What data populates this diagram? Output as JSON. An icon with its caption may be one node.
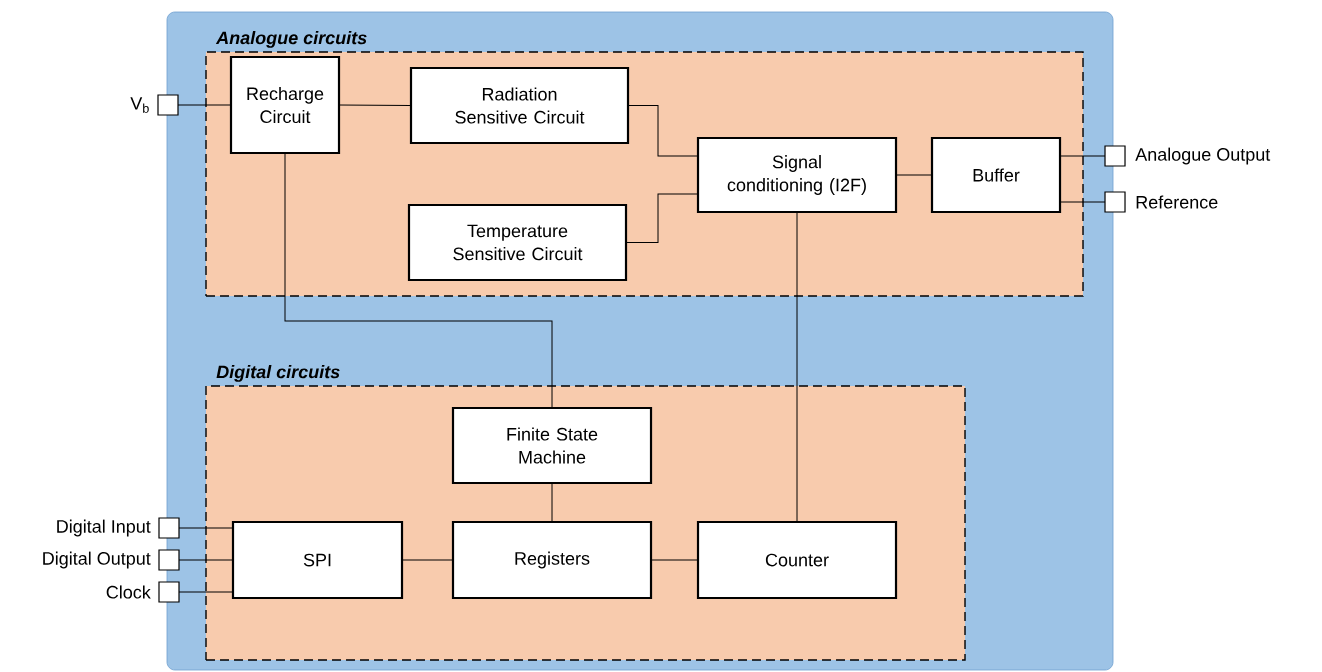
{
  "diagram": {
    "nodes": [
      {
        "text": [],
        "shape": "box"
      },
      {
        "text": [
          "Analogue circuits"
        ],
        "in": 0
      },
      {
        "text": [
          "Recharge Circuit"
        ],
        "in": 1
      },
      {
        "text": [
          "Radiation Sensitive Circuit"
        ],
        "in": 1
      },
      {
        "text": [
          "Temperature Sensitive Circuit"
        ],
        "in": 1
      },
      {
        "text": [
          "Signal conditioning (I2F)"
        ],
        "in": 1
      },
      {
        "text": [
          "Buffer"
        ],
        "in": 1
      },
      {
        "text": [
          "Digital circuits"
        ],
        "in": 0
      },
      {
        "text": [
          "Finite State Machine"
        ],
        "in": 7
      },
      {
        "text": [
          "SPI"
        ],
        "in": 7
      },
      {
        "text": [
          "Registers"
        ],
        "in": 7
      },
      {
        "text": [
          "Counter"
        ],
        "in": 7
      },
      {
        "text": [],
        "shape": "box",
        "beside": [
          "V$_{b}$"
        ]
      },
      {
        "text": [],
        "shape": "box",
        "beside": [
          "Analogue Output"
        ]
      },
      {
        "text": [],
        "shape": "box",
        "beside": [
          "Reference"
        ]
      },
      {
        "text": [],
        "shape": "box",
        "beside": [
          "Digital Input"
        ]
      },
      {
        "text": [],
        "shape": "box",
        "beside": [
          "Digital Output"
        ]
      },
      {
        "text": [],
        "shape": "box",
        "beside": [
          "Clock"
        ]
      }
    ],
    "edges": [
      {
        "from": 12,
        "to": 2,
        "arrow": "none"
      },
      {
        "from": 2,
        "to": 3,
        "arrow": "none"
      },
      {
        "from": 3,
        "to": 5,
        "arrow": "none"
      },
      {
        "from": 4,
        "to": 5,
        "arrow": "none"
      },
      {
        "from": 5,
        "to": 6,
        "arrow": "none"
      },
      {
        "from": 6,
        "to": 13,
        "arrow": "none"
      },
      {
        "from": 6,
        "to": 14,
        "arrow": "none"
      },
      {
        "from": 2,
        "to": 8,
        "arrow": "none"
      },
      {
        "from": 5,
        "to": 11,
        "arrow": "none"
      },
      {
        "from": 8,
        "to": 10,
        "arrow": "none"
      },
      {
        "from": 15,
        "to": 9,
        "arrow": "none"
      },
      {
        "from": 16,
        "to": 9,
        "arrow": "none"
      },
      {
        "from": 17,
        "to": 9,
        "arrow": "none"
      },
      {
        "from": 9,
        "to": 10,
        "arrow": "none"
      },
      {
        "from": 10,
        "to": 11,
        "arrow": "none"
      }
    ]
  }
}
